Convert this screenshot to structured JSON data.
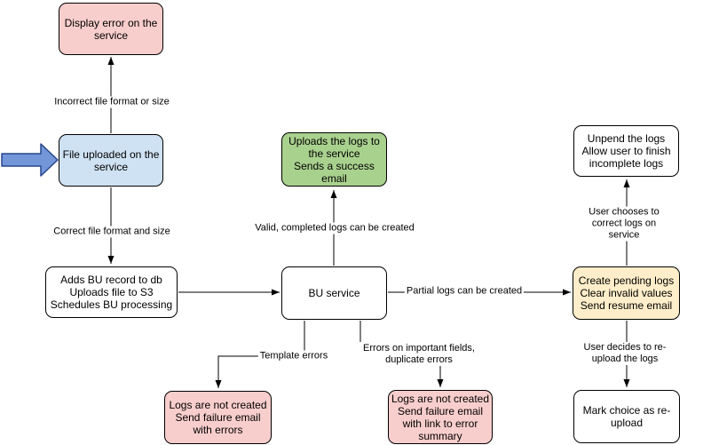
{
  "app": {
    "type": "flowchart",
    "background": "#ffffff"
  },
  "nodes": {
    "display_error": {
      "label": "Display error on the\nservice",
      "color": "#f8cecc"
    },
    "file_uploaded": {
      "label": "File uploaded on the\nservice",
      "color": "#cfe2f3"
    },
    "add_record": {
      "label": "Adds BU record to db\nUploads file to S3\nSchedules BU processing",
      "color": "#ffffff"
    },
    "bu_service": {
      "label": "BU service",
      "color": "#ffffff"
    },
    "upload_success": {
      "label": "Uploads the logs to\nthe service\nSends a success\nemail",
      "color": "#a9d18e"
    },
    "unpend_logs": {
      "label": "Unpend the logs\nAllow user to finish\nincomplete logs",
      "color": "#ffffff"
    },
    "create_pending": {
      "label": "Create pending logs\nClear invalid values\nSend resume email",
      "color": "#ffeec9"
    },
    "logs_not_created_template": {
      "label": "Logs are not created\nSend failure email\nwith errors",
      "color": "#f8cecc"
    },
    "logs_not_created_fields": {
      "label": "Logs are not created\nSend failure email\nwith link to error\nsummary",
      "color": "#f8cecc"
    },
    "mark_reupload": {
      "label": "Mark choice as re-\nupload",
      "color": "#ffffff"
    }
  },
  "edges": {
    "incorrect_format": {
      "label": "Incorrect file format or size",
      "from": "file_uploaded",
      "to": "display_error"
    },
    "correct_format": {
      "label": "Correct file format and size",
      "from": "file_uploaded",
      "to": "add_record"
    },
    "schedule_processing": {
      "label": "",
      "from": "add_record",
      "to": "bu_service"
    },
    "valid_logs": {
      "label": "Valid, completed logs can be created",
      "from": "bu_service",
      "to": "upload_success"
    },
    "partial_logs": {
      "label": "Partial logs can be created",
      "from": "bu_service",
      "to": "create_pending"
    },
    "template_errors": {
      "label": "Template errors",
      "from": "bu_service",
      "to": "logs_not_created_template"
    },
    "field_errors": {
      "label": "Errors on important fields,\nduplicate errors",
      "from": "bu_service",
      "to": "logs_not_created_fields"
    },
    "user_corrects": {
      "label": "User chooses to correct logs on service",
      "from": "create_pending",
      "to": "unpend_logs"
    },
    "user_reuploads": {
      "label": "User decides to re-upload the logs",
      "from": "create_pending",
      "to": "mark_reupload"
    }
  },
  "icons": {
    "entry_arrow": {
      "name": "entry-arrow-icon",
      "fill": "#7296d8",
      "stroke": "#28468c"
    }
  },
  "colors": {
    "stroke": "#000000",
    "node_red": "#f8cecc",
    "node_blue": "#cfe2f3",
    "node_green": "#a9d18e",
    "node_yellow": "#ffeec9",
    "node_white": "#ffffff"
  }
}
